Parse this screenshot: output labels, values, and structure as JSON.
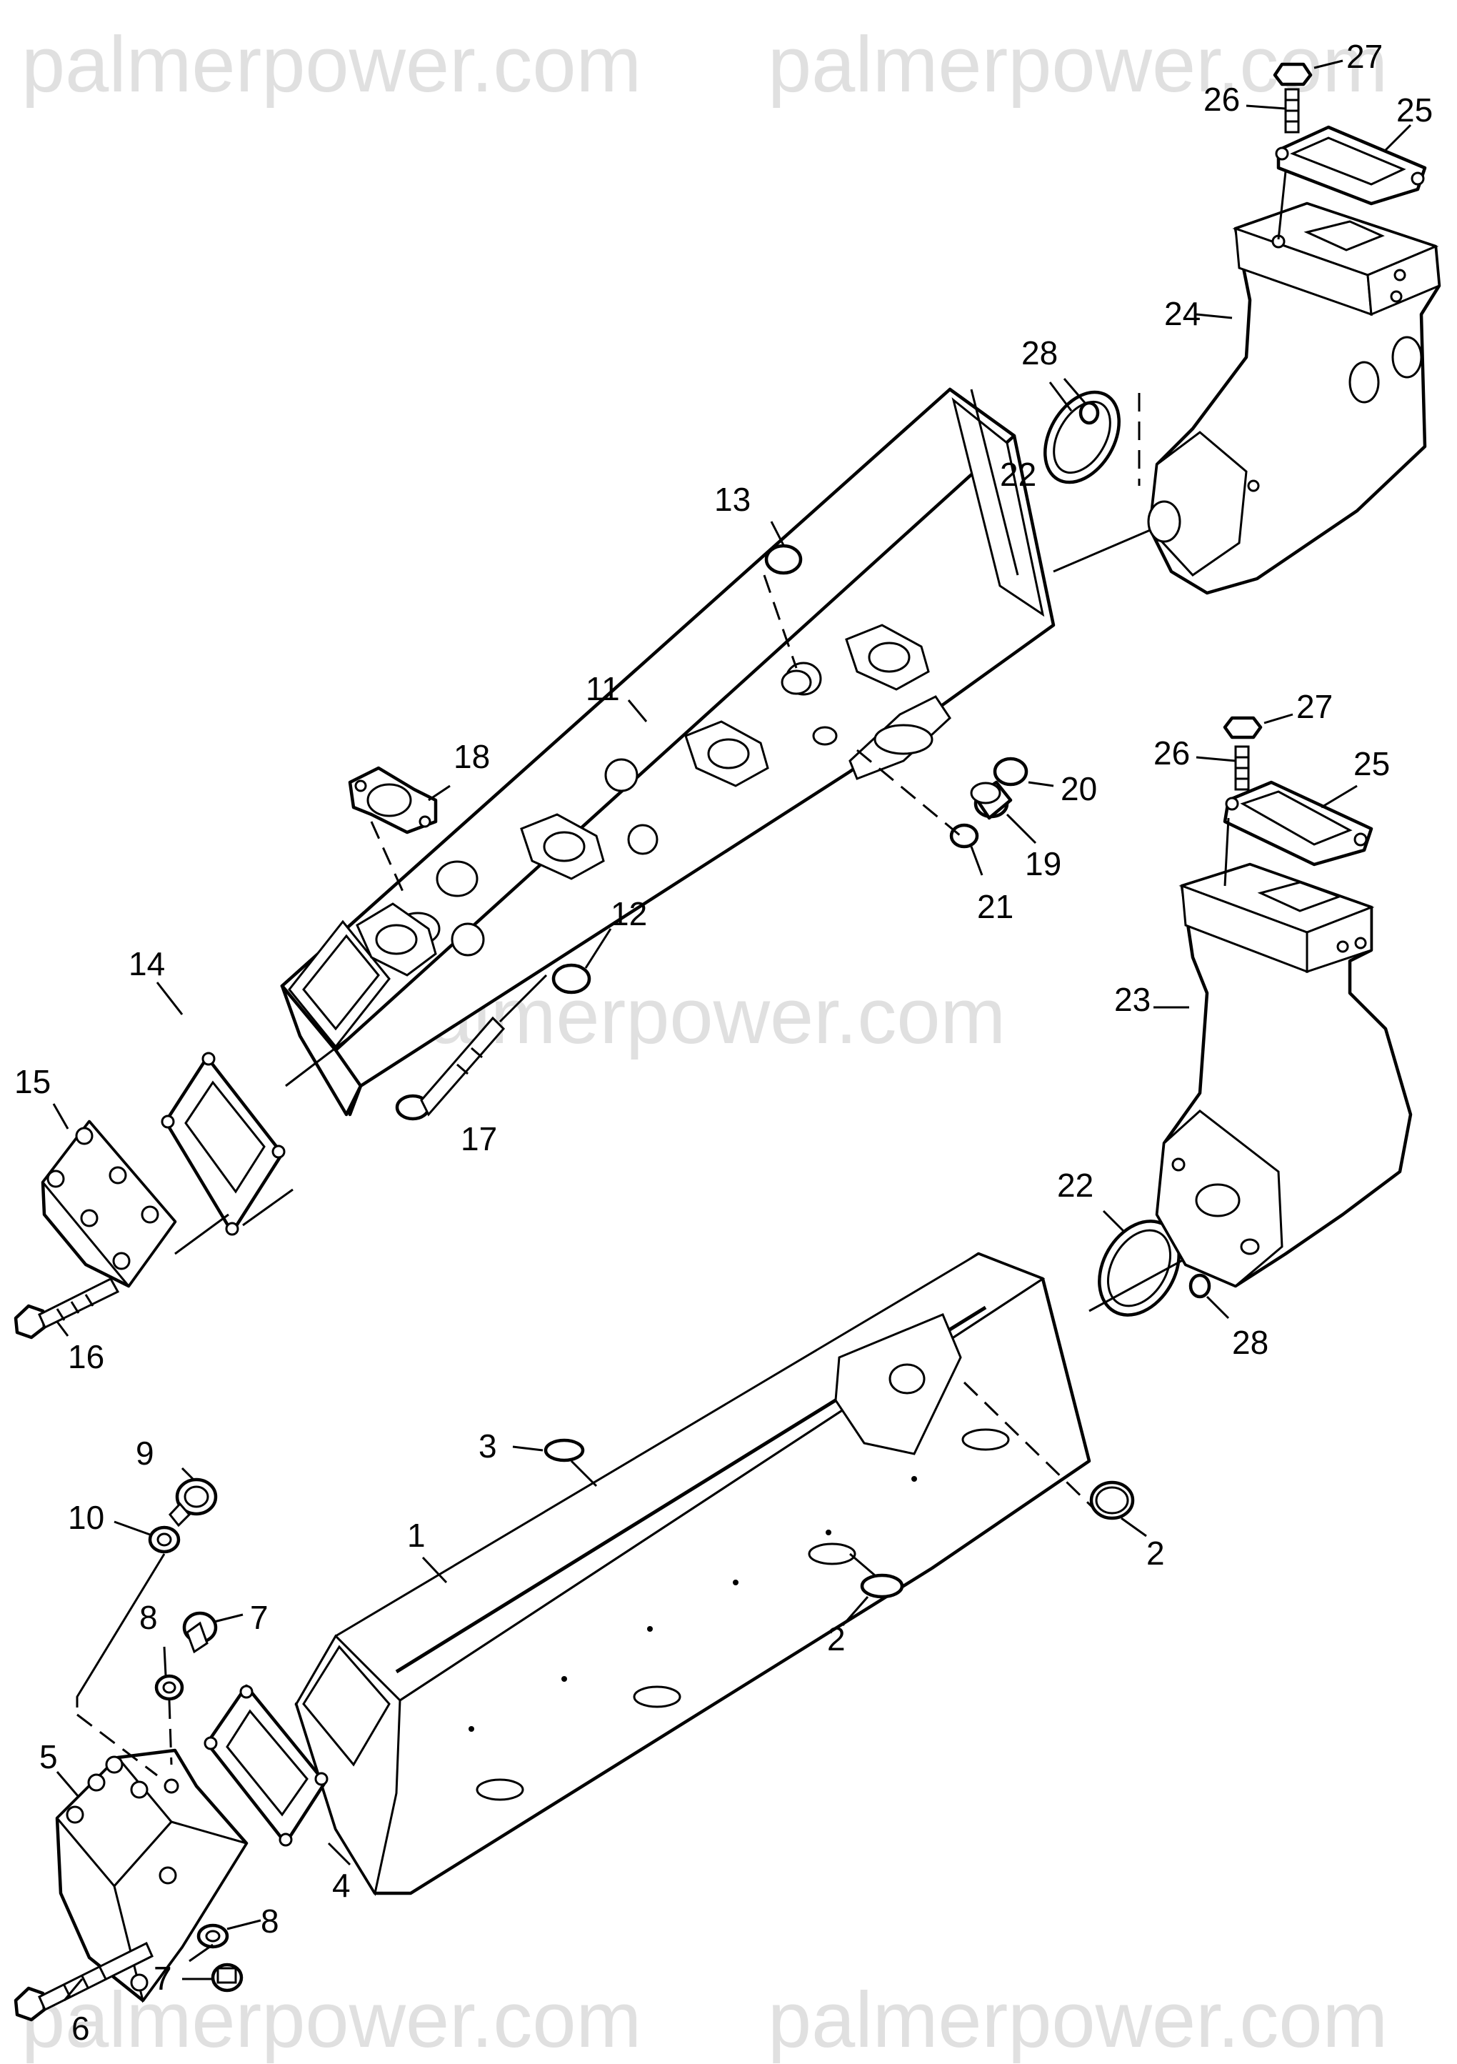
{
  "watermarks": {
    "top_left": "palmerpower.com",
    "top_right": "palmerpower.com",
    "middle": "palmerpower.com",
    "bottom_left": "palmerpower.com",
    "bottom_right": "palmerpower.com"
  },
  "callouts": {
    "c1": "1",
    "c2a": "2",
    "c2b": "2",
    "c3": "3",
    "c4": "4",
    "c5": "5",
    "c6": "6",
    "c7a": "7",
    "c7b": "7",
    "c8a": "8",
    "c8b": "8",
    "c9": "9",
    "c10": "10",
    "c11": "11",
    "c12": "12",
    "c13": "13",
    "c14": "14",
    "c15": "15",
    "c16": "16",
    "c17": "17",
    "c18": "18",
    "c19": "19",
    "c20": "20",
    "c21": "21",
    "c22a": "22",
    "c22b": "22",
    "c23": "23",
    "c24": "24",
    "c25a": "25",
    "c25b": "25",
    "c26a": "26",
    "c26b": "26",
    "c27a": "27",
    "c27b": "27",
    "c28a": "28",
    "c28b": "28"
  }
}
